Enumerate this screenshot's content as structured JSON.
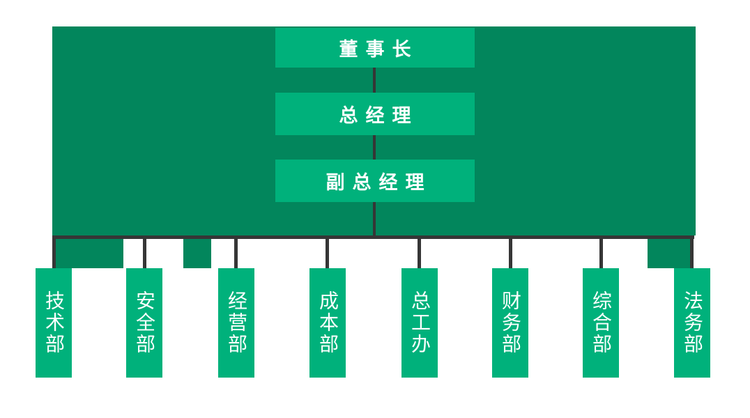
{
  "org": {
    "levels": [
      {
        "label": "董事长"
      },
      {
        "label": "总经理"
      },
      {
        "label": "副总经理"
      }
    ],
    "departments": [
      "技术部",
      "安全部",
      "经营部",
      "成本部",
      "总工办",
      "财务部",
      "综合部",
      "法务部"
    ]
  },
  "colors": {
    "panel-green": "#02865C",
    "box-green": "#00B17B",
    "connector-dark": "#363636",
    "text-white": "#FFFFFF",
    "page-bg": "#FFFFFF"
  }
}
